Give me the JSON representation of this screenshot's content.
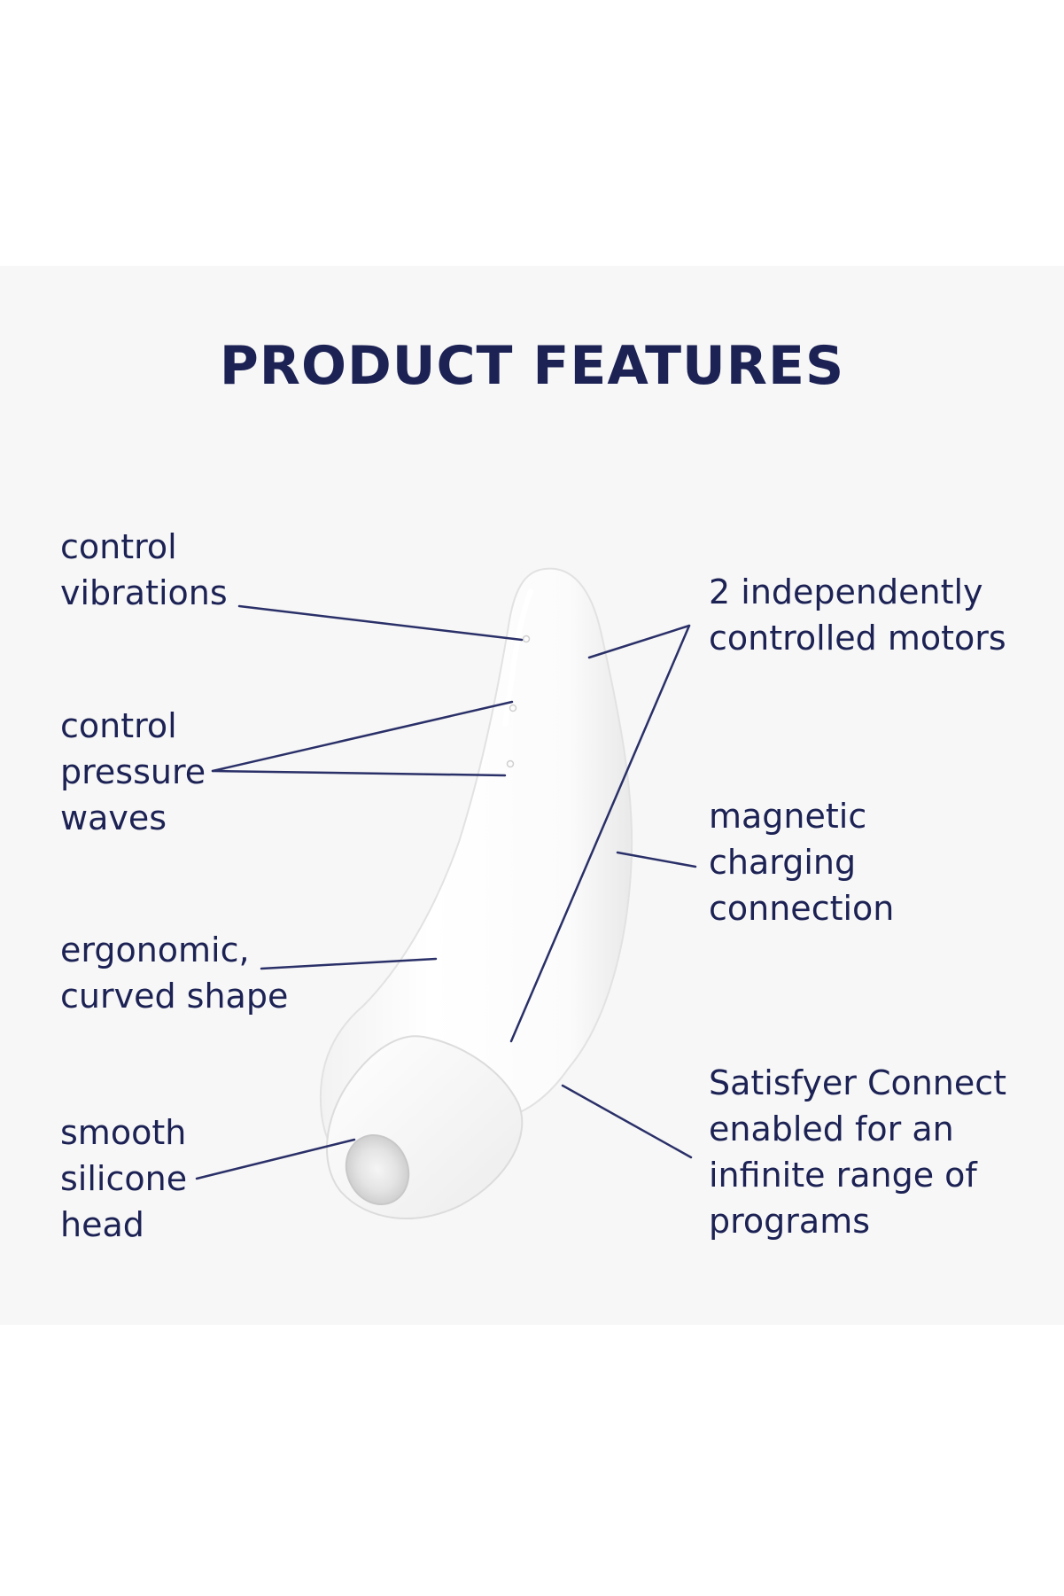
{
  "title": "PRODUCT FEATURES",
  "colors": {
    "text": "#1c2254",
    "leader_line": "#2a3068",
    "panel_background": "#f7f7f7",
    "page_background": "#ffffff",
    "device_body": "#fbfbfb",
    "device_shadow": "#e6e6e6"
  },
  "features": {
    "left": [
      {
        "text": "control\nvibrations"
      },
      {
        "text": "control\npressure\nwaves"
      },
      {
        "text": "ergonomic,\ncurved shape"
      },
      {
        "text": "smooth\nsilicone\nhead"
      }
    ],
    "right": [
      {
        "text": "2 independently\ncontrolled motors"
      },
      {
        "text": "magnetic\ncharging\nconnection"
      },
      {
        "text": "Satisfyer Connect\nenabled for an\ninfinite range of\nprograms"
      }
    ]
  },
  "illustration": {
    "subject": "white curved product with suction head"
  }
}
